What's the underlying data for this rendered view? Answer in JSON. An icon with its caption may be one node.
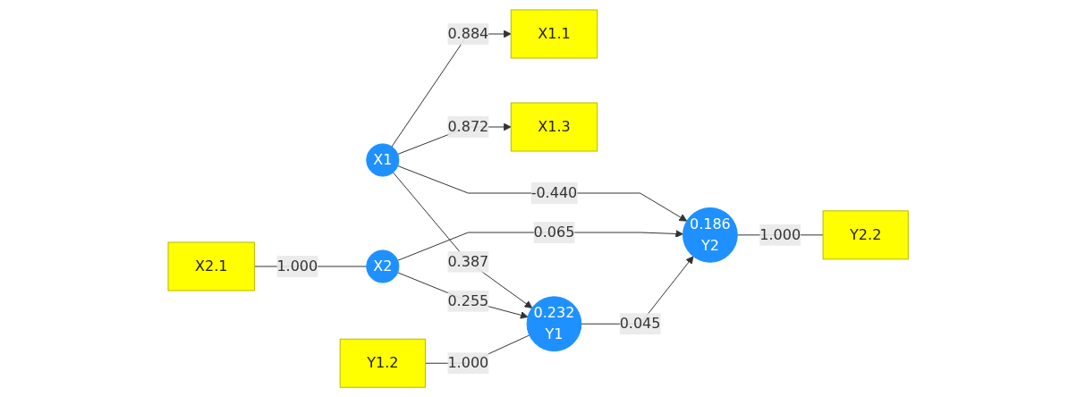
{
  "diagram": {
    "nodes": [
      {
        "text": [
          "X1.1"
        ]
      },
      {
        "text": [
          "X1.3"
        ]
      },
      {
        "text": [
          "X2.1"
        ]
      },
      {
        "text": [
          "X1"
        ]
      },
      {
        "text": [
          "X2"
        ]
      },
      {
        "text": [
          "Y1.2"
        ]
      },
      {
        "text": [
          "0.232",
          "Y1"
        ]
      },
      {
        "text": [
          "0.186",
          "Y2"
        ]
      },
      {
        "text": [
          "Y2.2"
        ]
      }
    ],
    "edges": [
      {
        "from": 3,
        "to": 0,
        "arrow": "to",
        "label": "0.884"
      },
      {
        "from": 3,
        "to": 1,
        "arrow": "to",
        "label": "0.872"
      },
      {
        "from": 2,
        "to": 4,
        "arrow": "none",
        "label": "1.000"
      },
      {
        "from": 3,
        "to": 6,
        "arrow": "to",
        "label": "0.387"
      },
      {
        "from": 3,
        "to": 7,
        "arrow": "to",
        "label": "-0.440"
      },
      {
        "from": 4,
        "to": 6,
        "arrow": "to",
        "label": "0.255"
      },
      {
        "from": 4,
        "to": 7,
        "arrow": "to",
        "label": "0.065"
      },
      {
        "from": 5,
        "to": 6,
        "arrow": "none",
        "label": "1.000"
      },
      {
        "from": 6,
        "to": 7,
        "arrow": "to",
        "label": "0.045"
      },
      {
        "from": 7,
        "to": 8,
        "arrow": "none",
        "label": "1.000"
      }
    ]
  }
}
